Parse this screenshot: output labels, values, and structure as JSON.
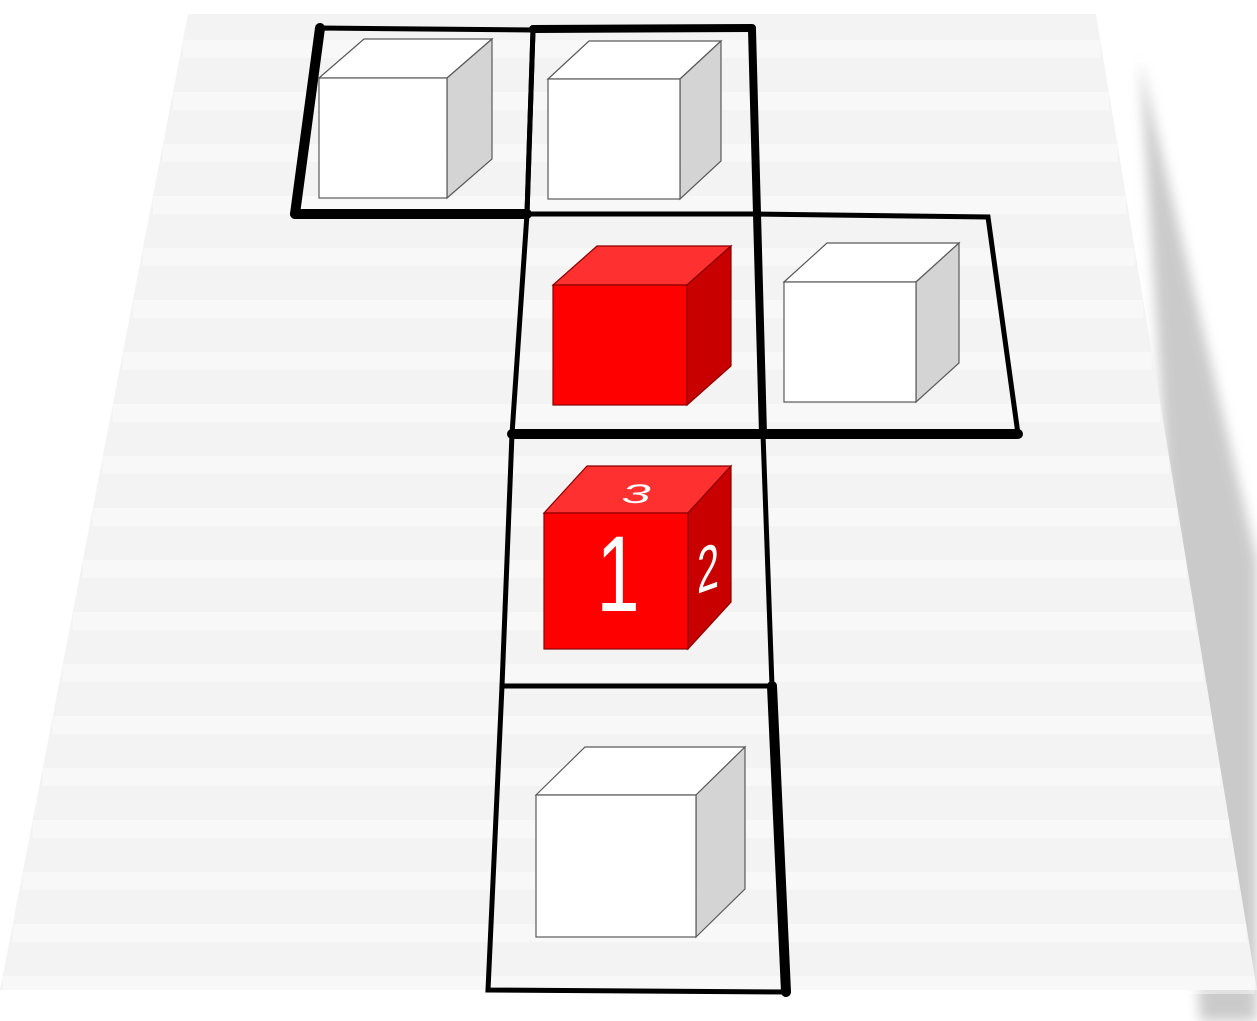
{
  "board": {
    "colors": {
      "background": "#ffffff",
      "floor": "#f3f3f3",
      "floor_stripe": "#ffffff",
      "shadow": "#9e9e9e",
      "grid_line": "#000000"
    },
    "cells": [
      {
        "id": "r0c0",
        "row": 0,
        "col": 0,
        "cube": "white"
      },
      {
        "id": "r0c1",
        "row": 0,
        "col": 1,
        "cube": "white"
      },
      {
        "id": "r1c1",
        "row": 1,
        "col": 1,
        "cube": "red"
      },
      {
        "id": "r1c2",
        "row": 1,
        "col": 2,
        "cube": "white"
      },
      {
        "id": "r2c1",
        "row": 2,
        "col": 1,
        "cube": "red-numbered"
      },
      {
        "id": "r3c1",
        "row": 3,
        "col": 1,
        "cube": "white"
      }
    ]
  },
  "cube_styles": {
    "white": {
      "front": "#ffffff",
      "top": "#ffffff",
      "side": "#d4d4d4",
      "edge": "#5a5a5a"
    },
    "red": {
      "front": "#ff0000",
      "top": "#ff3030",
      "side": "#c80000",
      "edge": "#8a0000"
    }
  },
  "numbered_cube": {
    "front_label": "1",
    "side_label": "2",
    "top_label": "3"
  }
}
